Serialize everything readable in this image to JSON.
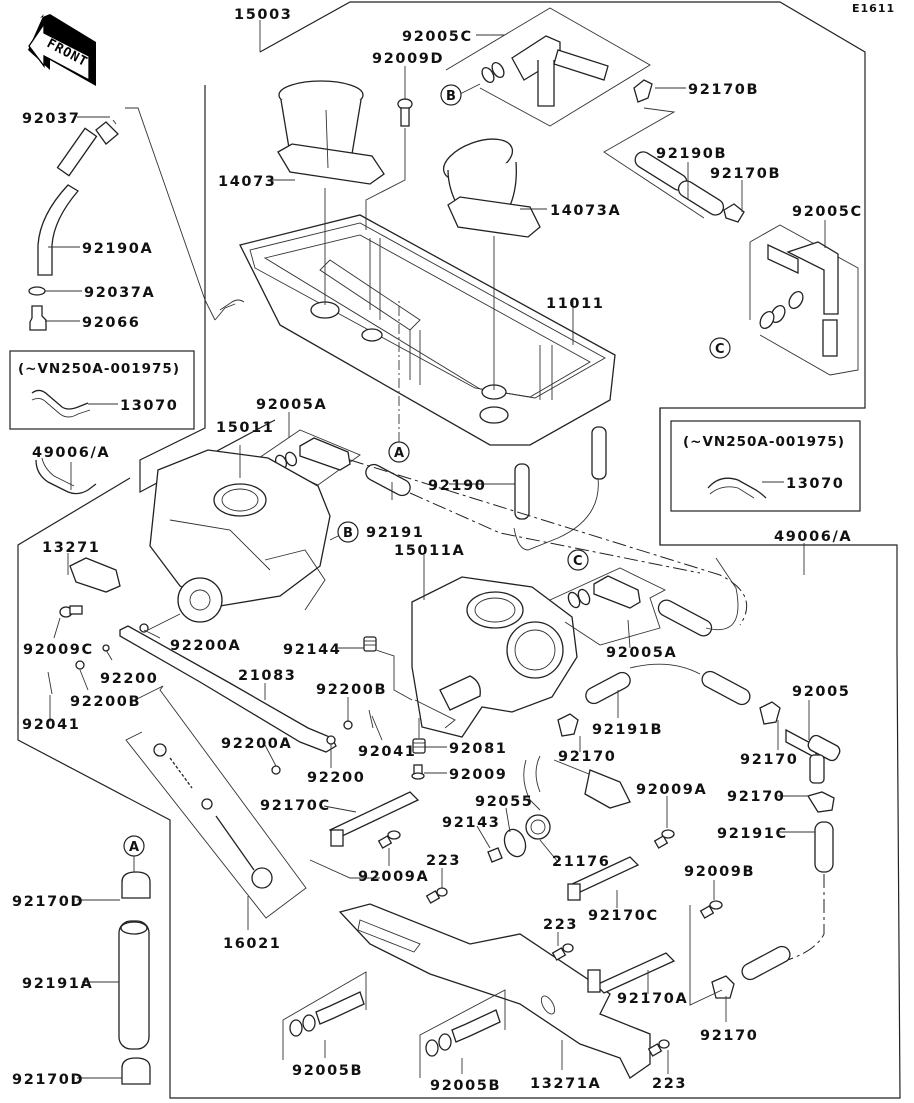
{
  "diagram": {
    "figure_id": "E1611",
    "front_label": "FRONT",
    "reference_markers": [
      "A",
      "B",
      "C"
    ],
    "variant_boxes": [
      {
        "condition": "(~VN250A-001975)",
        "part": "13070"
      },
      {
        "condition": "(~VN250A-001975)",
        "part": "13070"
      }
    ],
    "labels": {
      "p15003": "15003",
      "p92005C_top": "92005C",
      "p92009D": "92009D",
      "p92170B_top": "92170B",
      "p92037": "92037",
      "p14073": "14073",
      "p92190B": "92190B",
      "p92170B_mid": "92170B",
      "p14073A": "14073A",
      "p92005C_right": "92005C",
      "p92190A": "92190A",
      "p92037A": "92037A",
      "p92066": "92066",
      "p11011": "11011",
      "p92005A_top": "92005A",
      "p15011": "15011",
      "p49006A_left": "49006/A",
      "p92190": "92190",
      "p92191": "92191",
      "p13271": "13271",
      "p15011A": "15011A",
      "p49006A_right": "49006/A",
      "p92009C": "92009C",
      "p92200A_top": "92200A",
      "p92144": "92144",
      "p92005A_right": "92005A",
      "p92200": "92200",
      "p21083": "21083",
      "p92200B_mid": "92200B",
      "p92005": "92005",
      "p92200B_left": "92200B",
      "p92041_left": "92041",
      "p92200A_mid": "92200A",
      "p92041_mid": "92041",
      "p92081": "92081",
      "p92191B": "92191B",
      "p92170_a": "92170",
      "p92170_b": "92170",
      "p92200_mid": "92200",
      "p92009": "92009",
      "p92170C_top": "92170C",
      "p92055": "92055",
      "p92009A_right": "92009A",
      "p92170_c": "92170",
      "p92143": "92143",
      "p92191C": "92191C",
      "p223_a": "223",
      "p92009A_left": "92009A",
      "p21176": "21176",
      "p92170D_top": "92170D",
      "p92170C_mid": "92170C",
      "p92009B": "92009B",
      "p223_b": "223",
      "p16021": "16021",
      "p92191A": "92191A",
      "p92170A": "92170A",
      "p92170_d": "92170",
      "p92170D_bottom": "92170D",
      "p92005B_left": "92005B",
      "p92005B_right": "92005B",
      "p13271A": "13271A",
      "p223_c": "223"
    }
  }
}
